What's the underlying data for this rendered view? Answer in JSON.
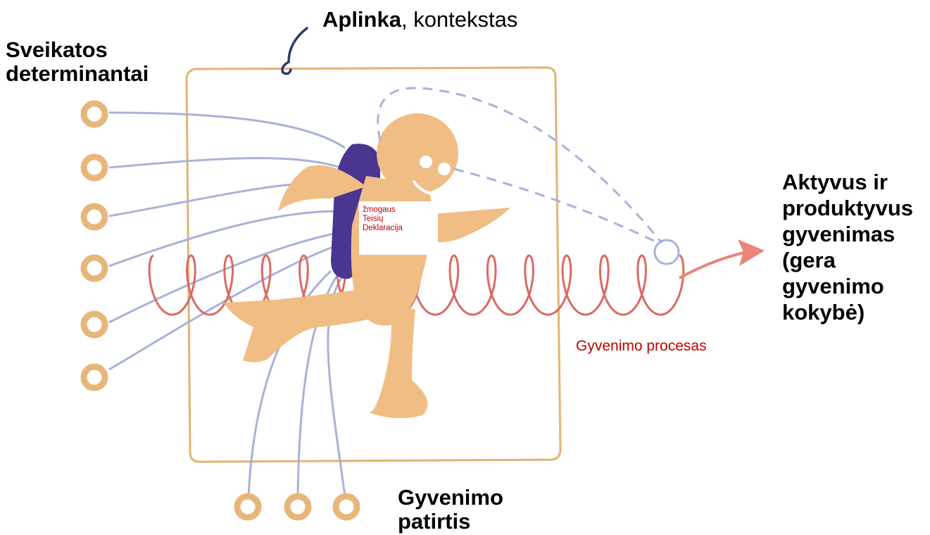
{
  "labels": {
    "environment_bold": "Aplinka",
    "environment_rest": ", kontekstas",
    "determinants": [
      "Sveikatos",
      "determinantai"
    ],
    "outcome": [
      "Aktyvus ir",
      "produktyvus",
      "gyvenimas",
      "(gera",
      "gyvenimo",
      "kokybė)"
    ],
    "life_process": "Gyvenimo procesas",
    "life_experience": [
      "Gyvenimo",
      "patirtis"
    ]
  },
  "badge": {
    "lines": [
      "žmogaus",
      "Teisių",
      "Deklaracija"
    ]
  },
  "colors": {
    "frame": "#e3b474",
    "figure": "#f0bd84",
    "backpack": "#4a3590",
    "connector_lines": "#a8b2d8",
    "spiral": "#d96a62",
    "arrow": "#e8857a",
    "circle_rings": "#e7b77a",
    "label_red": "#c00000"
  }
}
